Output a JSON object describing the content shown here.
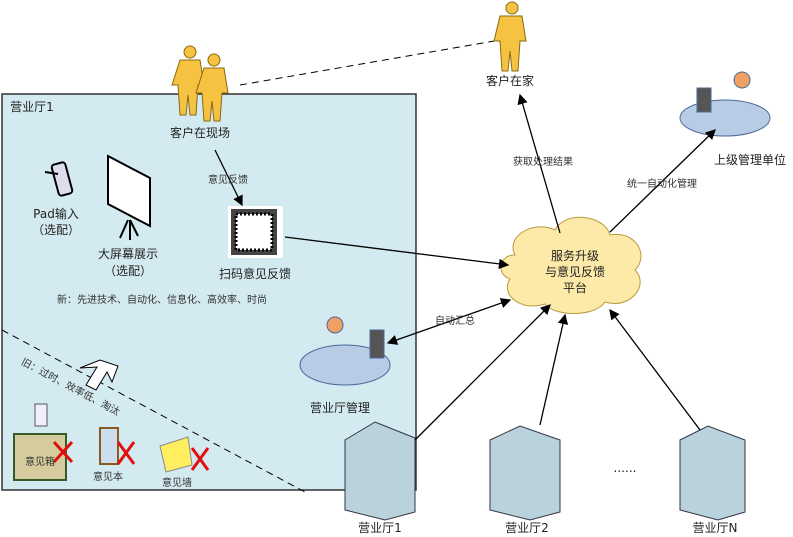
{
  "hall": {
    "title": "营业厅1",
    "new_text": "新：先进技术、自动化、信息化、高效率、时尚",
    "old_text": "旧：过时、效率低、淘汰"
  },
  "nodes": {
    "customer_onsite": "客户在现场",
    "customer_home": "客户在家",
    "pad": "Pad输入",
    "pad_opt": "（选配）",
    "screen": "大屏幕展示",
    "screen_opt": "（选配）",
    "qr": "扫码意见反馈",
    "platform": [
      "服务升级",
      "与意见反馈",
      "平台"
    ],
    "upper": "上级管理单位",
    "hall_mgmt": "营业厅管理",
    "box": "意见箱",
    "book": "意见本",
    "wall": "意见墙",
    "b1": "营业厅1",
    "b2": "营业厅2",
    "bn": "营业厅N",
    "dots": "......"
  },
  "edges": {
    "feedback": "意见反馈",
    "get_result": "获取处理结果",
    "unified": "统一自动化管理",
    "auto_sum": "自动汇总"
  },
  "colors": {
    "panel": "#d3eaf0",
    "person": "#f5c242",
    "cloud": "#fde9a8",
    "cross": "#e01010"
  }
}
